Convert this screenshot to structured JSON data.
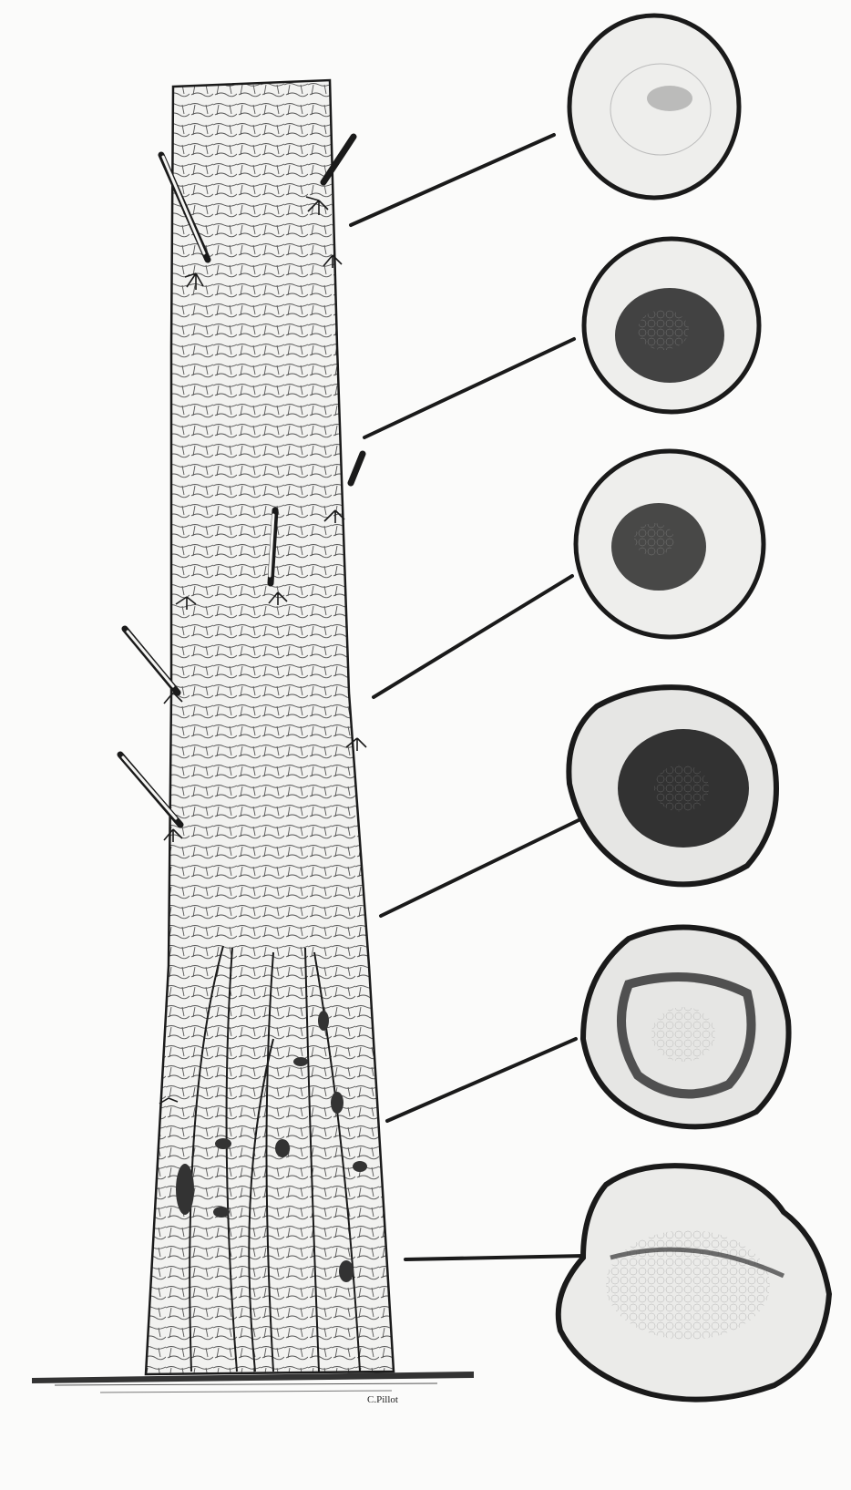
{
  "figure": {
    "signature": "C.Pillot",
    "sections": [
      {
        "id": 1,
        "rot_level": 0.0
      },
      {
        "id": 2,
        "rot_level": 0.35
      },
      {
        "id": 3,
        "rot_level": 0.45
      },
      {
        "id": 4,
        "rot_level": 0.65
      },
      {
        "id": 5,
        "rot_level": 0.75
      },
      {
        "id": 6,
        "rot_level": 0.85
      }
    ],
    "colors": {
      "ink": "#1a1a1a",
      "paper": "#fbfbfa",
      "wood": "#e8e8e6",
      "bark": "#f0f0ee",
      "rot": "#2a2a2a"
    }
  }
}
